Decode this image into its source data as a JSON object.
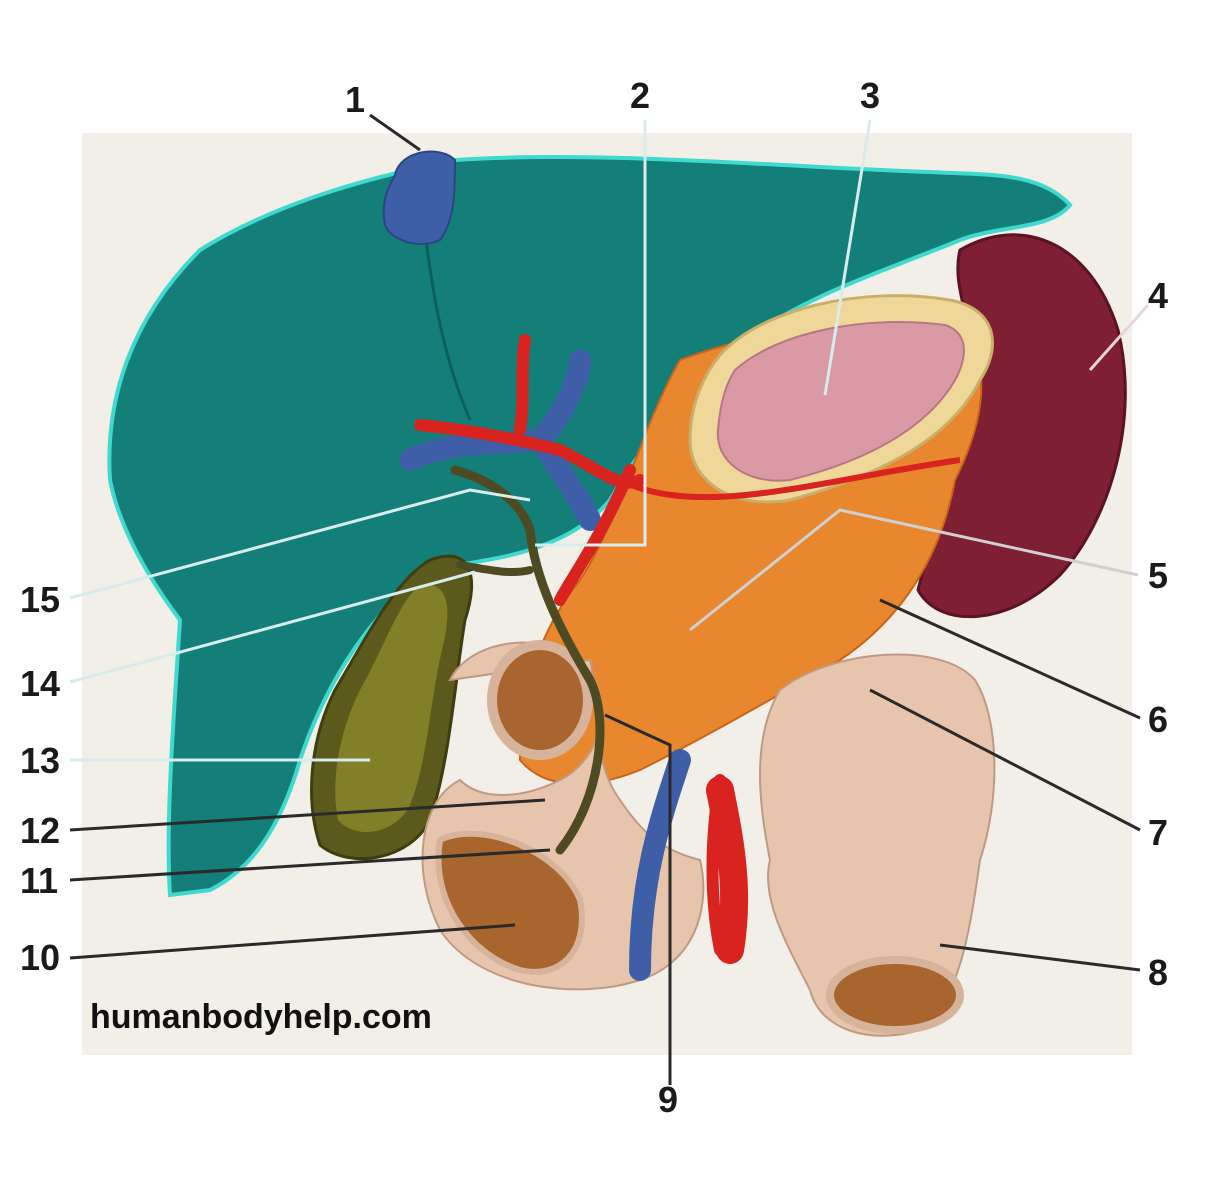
{
  "watermark": "humanbodyhelp.com",
  "labels": [
    "1",
    "2",
    "3",
    "4",
    "5",
    "6",
    "7",
    "8",
    "9",
    "10",
    "11",
    "12",
    "13",
    "14",
    "15"
  ],
  "colors": {
    "liver": "#137f78",
    "liver_edge": "#3fd9cf",
    "spleen": "#7e1f33",
    "gallbladder": "#5b5a1c",
    "pancreas": "#e9872e",
    "stomach_wall": "#f0a15a",
    "mucosa": "#d99aa6",
    "duodenum": "#e7c5ad",
    "vein": "#3e5ea7",
    "artery": "#d8231f",
    "bile_duct": "#4e4a22",
    "background": "#f2efe8"
  }
}
